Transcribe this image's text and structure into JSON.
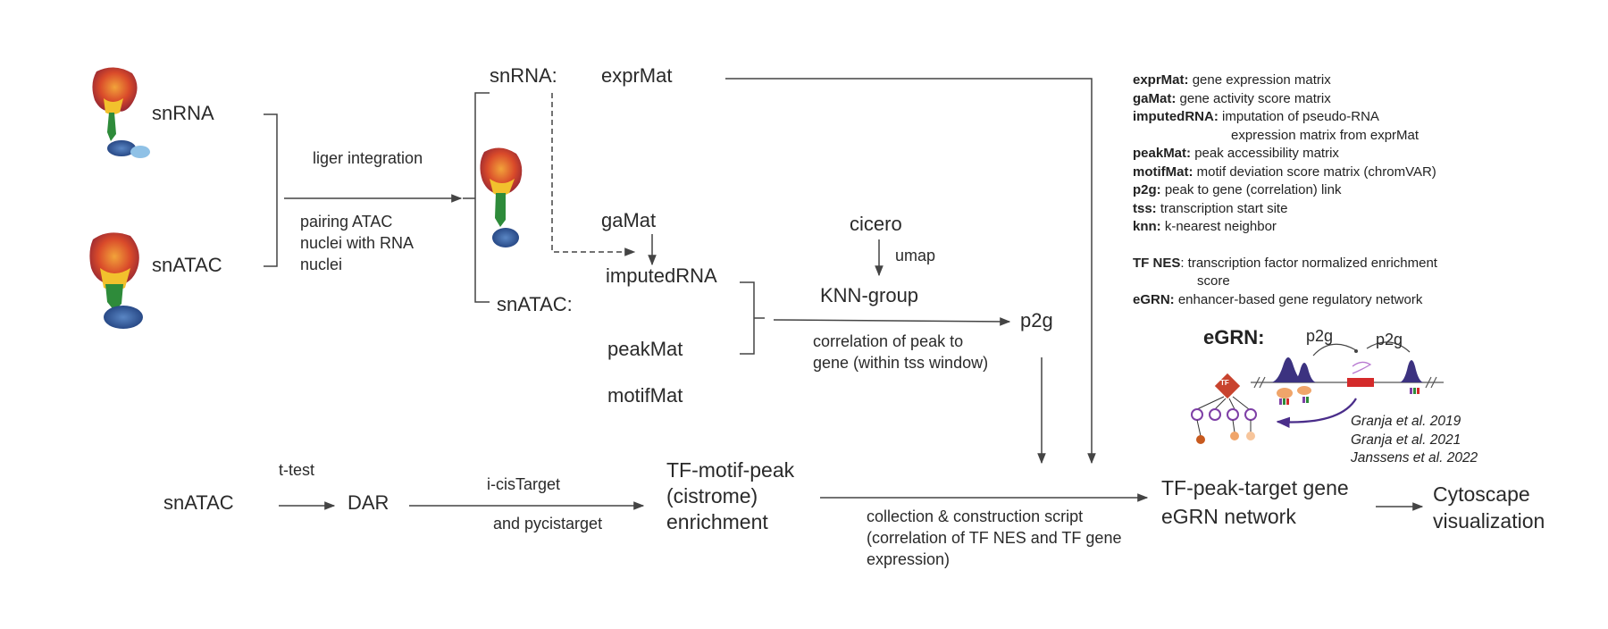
{
  "inputs": {
    "snrna_label": "snRNA",
    "snatac_label": "snATAC"
  },
  "integration": {
    "method": "liger integration",
    "pairing": "pairing ATAC nuclei with RNA nuclei"
  },
  "matrices": {
    "snrna_prefix": "snRNA:",
    "snatac_prefix": "snATAC:",
    "exprMat": "exprMat",
    "gaMat": "gaMat",
    "imputedRNA": "imputedRNA",
    "peakMat": "peakMat",
    "motifMat": "motifMat"
  },
  "p2g_branch": {
    "cicero": "cicero",
    "umap": "umap",
    "knn_group": "KNN-group",
    "correlation": "correlation of peak to gene (within tss window)",
    "p2g": "p2g"
  },
  "bottom_row": {
    "snatac": "snATAC",
    "ttest": "t-test",
    "dar": "DAR",
    "icistarget": "i-cisTarget",
    "pycistarget": "and pycistarget",
    "tf_motif_peak": "TF-motif-peak (cistrome) enrichment",
    "collection": "collection & construction script (correlation of TF NES and TF gene expression)",
    "tf_peak_target": "TF-peak-target gene eGRN network",
    "cytoscape": "Cytoscape visualization"
  },
  "legend": [
    {
      "term": "exprMat:",
      "desc": "gene expression matrix"
    },
    {
      "term": "gaMat:",
      "desc": "gene activity score matrix"
    },
    {
      "term": "imputedRNA:",
      "desc": "imputation of pseudo-RNA",
      "cont": "expression matrix from exprMat"
    },
    {
      "term": "peakMat:",
      "desc": "peak accessibility matrix"
    },
    {
      "term": "motifMat:",
      "desc": "motif deviation score matrix (chromVAR)"
    },
    {
      "term": "p2g:",
      "desc": "peak to gene (correlation) link"
    },
    {
      "term": "tss:",
      "desc": "transcription start site"
    },
    {
      "term": "knn:",
      "desc": "k-nearest neighbor"
    }
  ],
  "legend2": [
    {
      "term": "TF NES",
      "desc": ": transcription factor normalized enrichment",
      "cont": "score"
    },
    {
      "term": "eGRN:",
      "desc": "enhancer-based gene regulatory network"
    }
  ],
  "egrn_figure": {
    "title": "eGRN:",
    "p2g_left": "p2g",
    "p2g_right": "p2g",
    "tf_node": "TF"
  },
  "citations": [
    "Granja et al. 2019",
    "Granja et al. 2021",
    "Janssens et al. 2022"
  ],
  "colors": {
    "arrow": "#444444",
    "peak": "#3c3280",
    "gene": "#d42a2a",
    "tf_node": "#c8432e",
    "target_circle": "#7e3fa6",
    "umap_red": "#c8262a",
    "umap_orange": "#f08c1e",
    "umap_yellow": "#f2d12d",
    "umap_green": "#2e8b3a",
    "umap_blue": "#2c5aa0",
    "umap_lightblue": "#8fc1e6"
  }
}
